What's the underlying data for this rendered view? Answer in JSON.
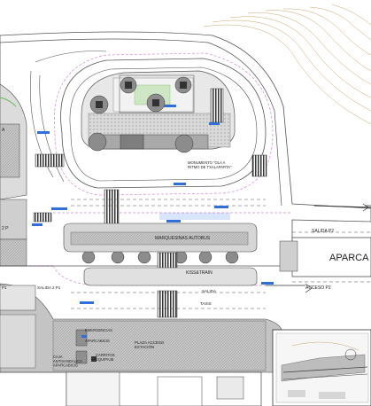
{
  "labels": {
    "monumento": "MONUMENTO \"OLA A RITMO DE TXALAPARTA\"",
    "salida_p2": "SALIDA P2",
    "aparcamiento": "APARCA",
    "marquesinas": "MARQUESINAS AUTOBUS",
    "kiss_train": "KISS&TRAIN",
    "salida": "SALIDA",
    "taxis": "TAXIS",
    "acceso_p2": "ACCESO P2",
    "salida_2_p1": "SALIDA 2 P1",
    "emergencias": "EMERGENCIAS",
    "aparcabicis_1": "APARCABICIS",
    "plaza_acceso": "PLAZA ACCESO ESTACIÓN",
    "carritos": "CARRITOS EQUIPAJE",
    "caja": "CAJA ANTIVANDÁLICA APARCABICIS",
    "left_2p": "2 P",
    "left_a": "A",
    "left_p1": "P1"
  },
  "colors": {
    "road_line": "#555555",
    "paving_gray": "#bdbdbd",
    "dark_gray": "#8f8f8f",
    "annotation_blue": "#2f6fd6",
    "route_pink": "#d38ad3",
    "topo_brown": "#c9a46a",
    "grass_green": "#7bbf6a"
  }
}
